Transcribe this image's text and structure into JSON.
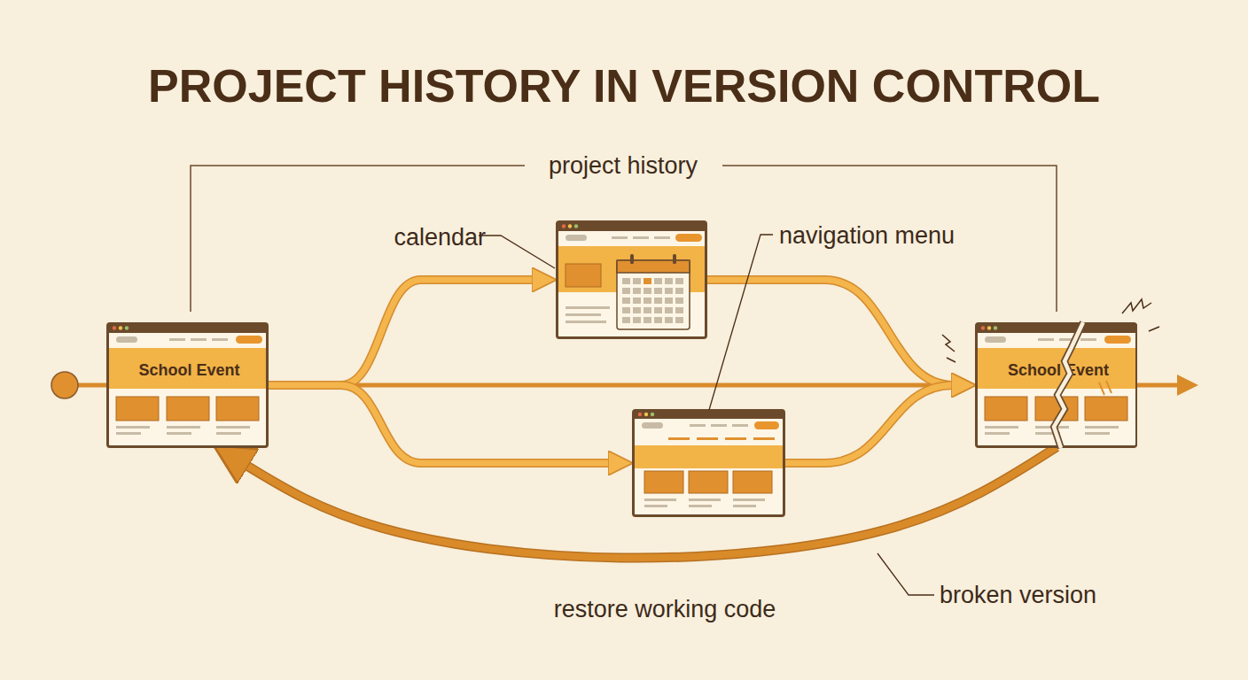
{
  "diagram": {
    "title": "PROJECT HISTORY IN VERSION CONTROL",
    "nodes": [
      {
        "text": [
          "School Event"
        ]
      },
      {
        "text": [
          "calendar"
        ]
      },
      {
        "text": [
          "navigation menu"
        ]
      },
      {
        "text": [
          "School Event"
        ]
      }
    ],
    "edges": [
      {
        "from": 0,
        "to": 3,
        "arrow": "to"
      },
      {
        "from": 0,
        "to": 1,
        "arrow": "to"
      },
      {
        "from": 0,
        "to": 2,
        "arrow": "to"
      },
      {
        "from": 1,
        "to": 3,
        "arrow": "to"
      },
      {
        "from": 2,
        "to": 3,
        "arrow": "to"
      },
      {
        "from": 3,
        "to": 0,
        "arrow": "to",
        "label": "restore working code"
      }
    ],
    "labels": [
      "project history",
      "broken version"
    ]
  }
}
